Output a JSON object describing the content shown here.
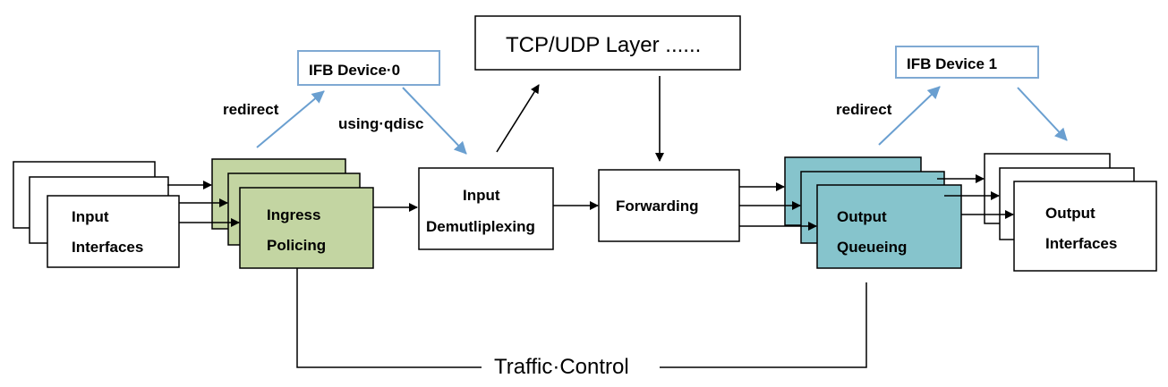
{
  "nodes": {
    "input_interfaces": [
      "Input",
      "Interfaces"
    ],
    "ingress_policing": [
      "Ingress",
      "Policing"
    ],
    "ifb_device_0": "IFB Device·0",
    "input_demux": [
      "Input",
      "Demutliplexing"
    ],
    "tcp_udp_layer": "TCP/UDP Layer ......",
    "forwarding": "Forwarding",
    "ifb_device_1": "IFB Device 1",
    "output_queueing": [
      "Output",
      "Queueing"
    ],
    "output_interfaces": [
      "Output",
      "Interfaces"
    ]
  },
  "edge_labels": {
    "redirect_left": "redirect",
    "using_qdisc": "using·qdisc",
    "redirect_right": "redirect"
  },
  "traffic_control": "Traffic·Control",
  "colors": {
    "ingress_fill": "#c3d5a2",
    "queue_fill": "#86c4cc",
    "ifb_border": "#7fa9d3",
    "redirect_arrow": "#6a9fd0",
    "line": "#000000"
  }
}
